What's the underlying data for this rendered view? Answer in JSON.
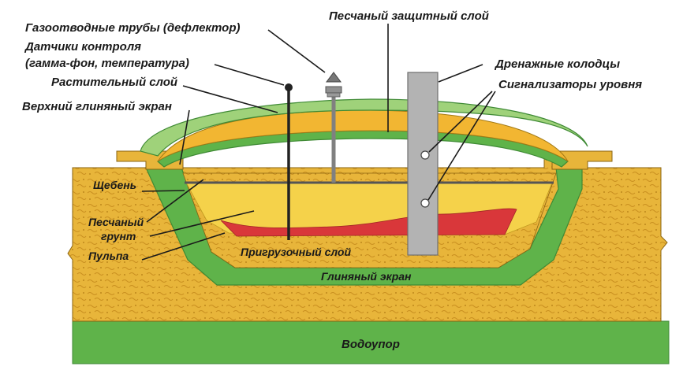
{
  "labels": {
    "gas_pipes": "Газоотводные трубы (дефлектор)",
    "sensors_1": "Датчики контроля",
    "sensors_2": "(гамма-фон, температура)",
    "vegetation": "Растительный слой",
    "upper_clay": "Верхний глиняный экран",
    "gravel": "Щебень",
    "sand_soil_1": "Песчаный",
    "sand_soil_2": "грунт",
    "pulp": "Пульпа",
    "sand_protect": "Песчаный защитный слой",
    "drain_wells": "Дренажные колодцы",
    "level_alarms": "Сигнализаторы уровня",
    "load_layer": "Пригрузочный слой",
    "clay_screen": "Глиняный экран",
    "aquitard": "Водоупор"
  },
  "colors": {
    "soil": "#e8b53a",
    "soil_texture": "#c98f1f",
    "clay_green": "#5fb34a",
    "clay_green_light": "#9fd27a",
    "sand_fill": "#f5d24a",
    "pulp": "#d9373a",
    "well_gray": "#b3b3b3",
    "pipe_gray": "#808080"
  }
}
